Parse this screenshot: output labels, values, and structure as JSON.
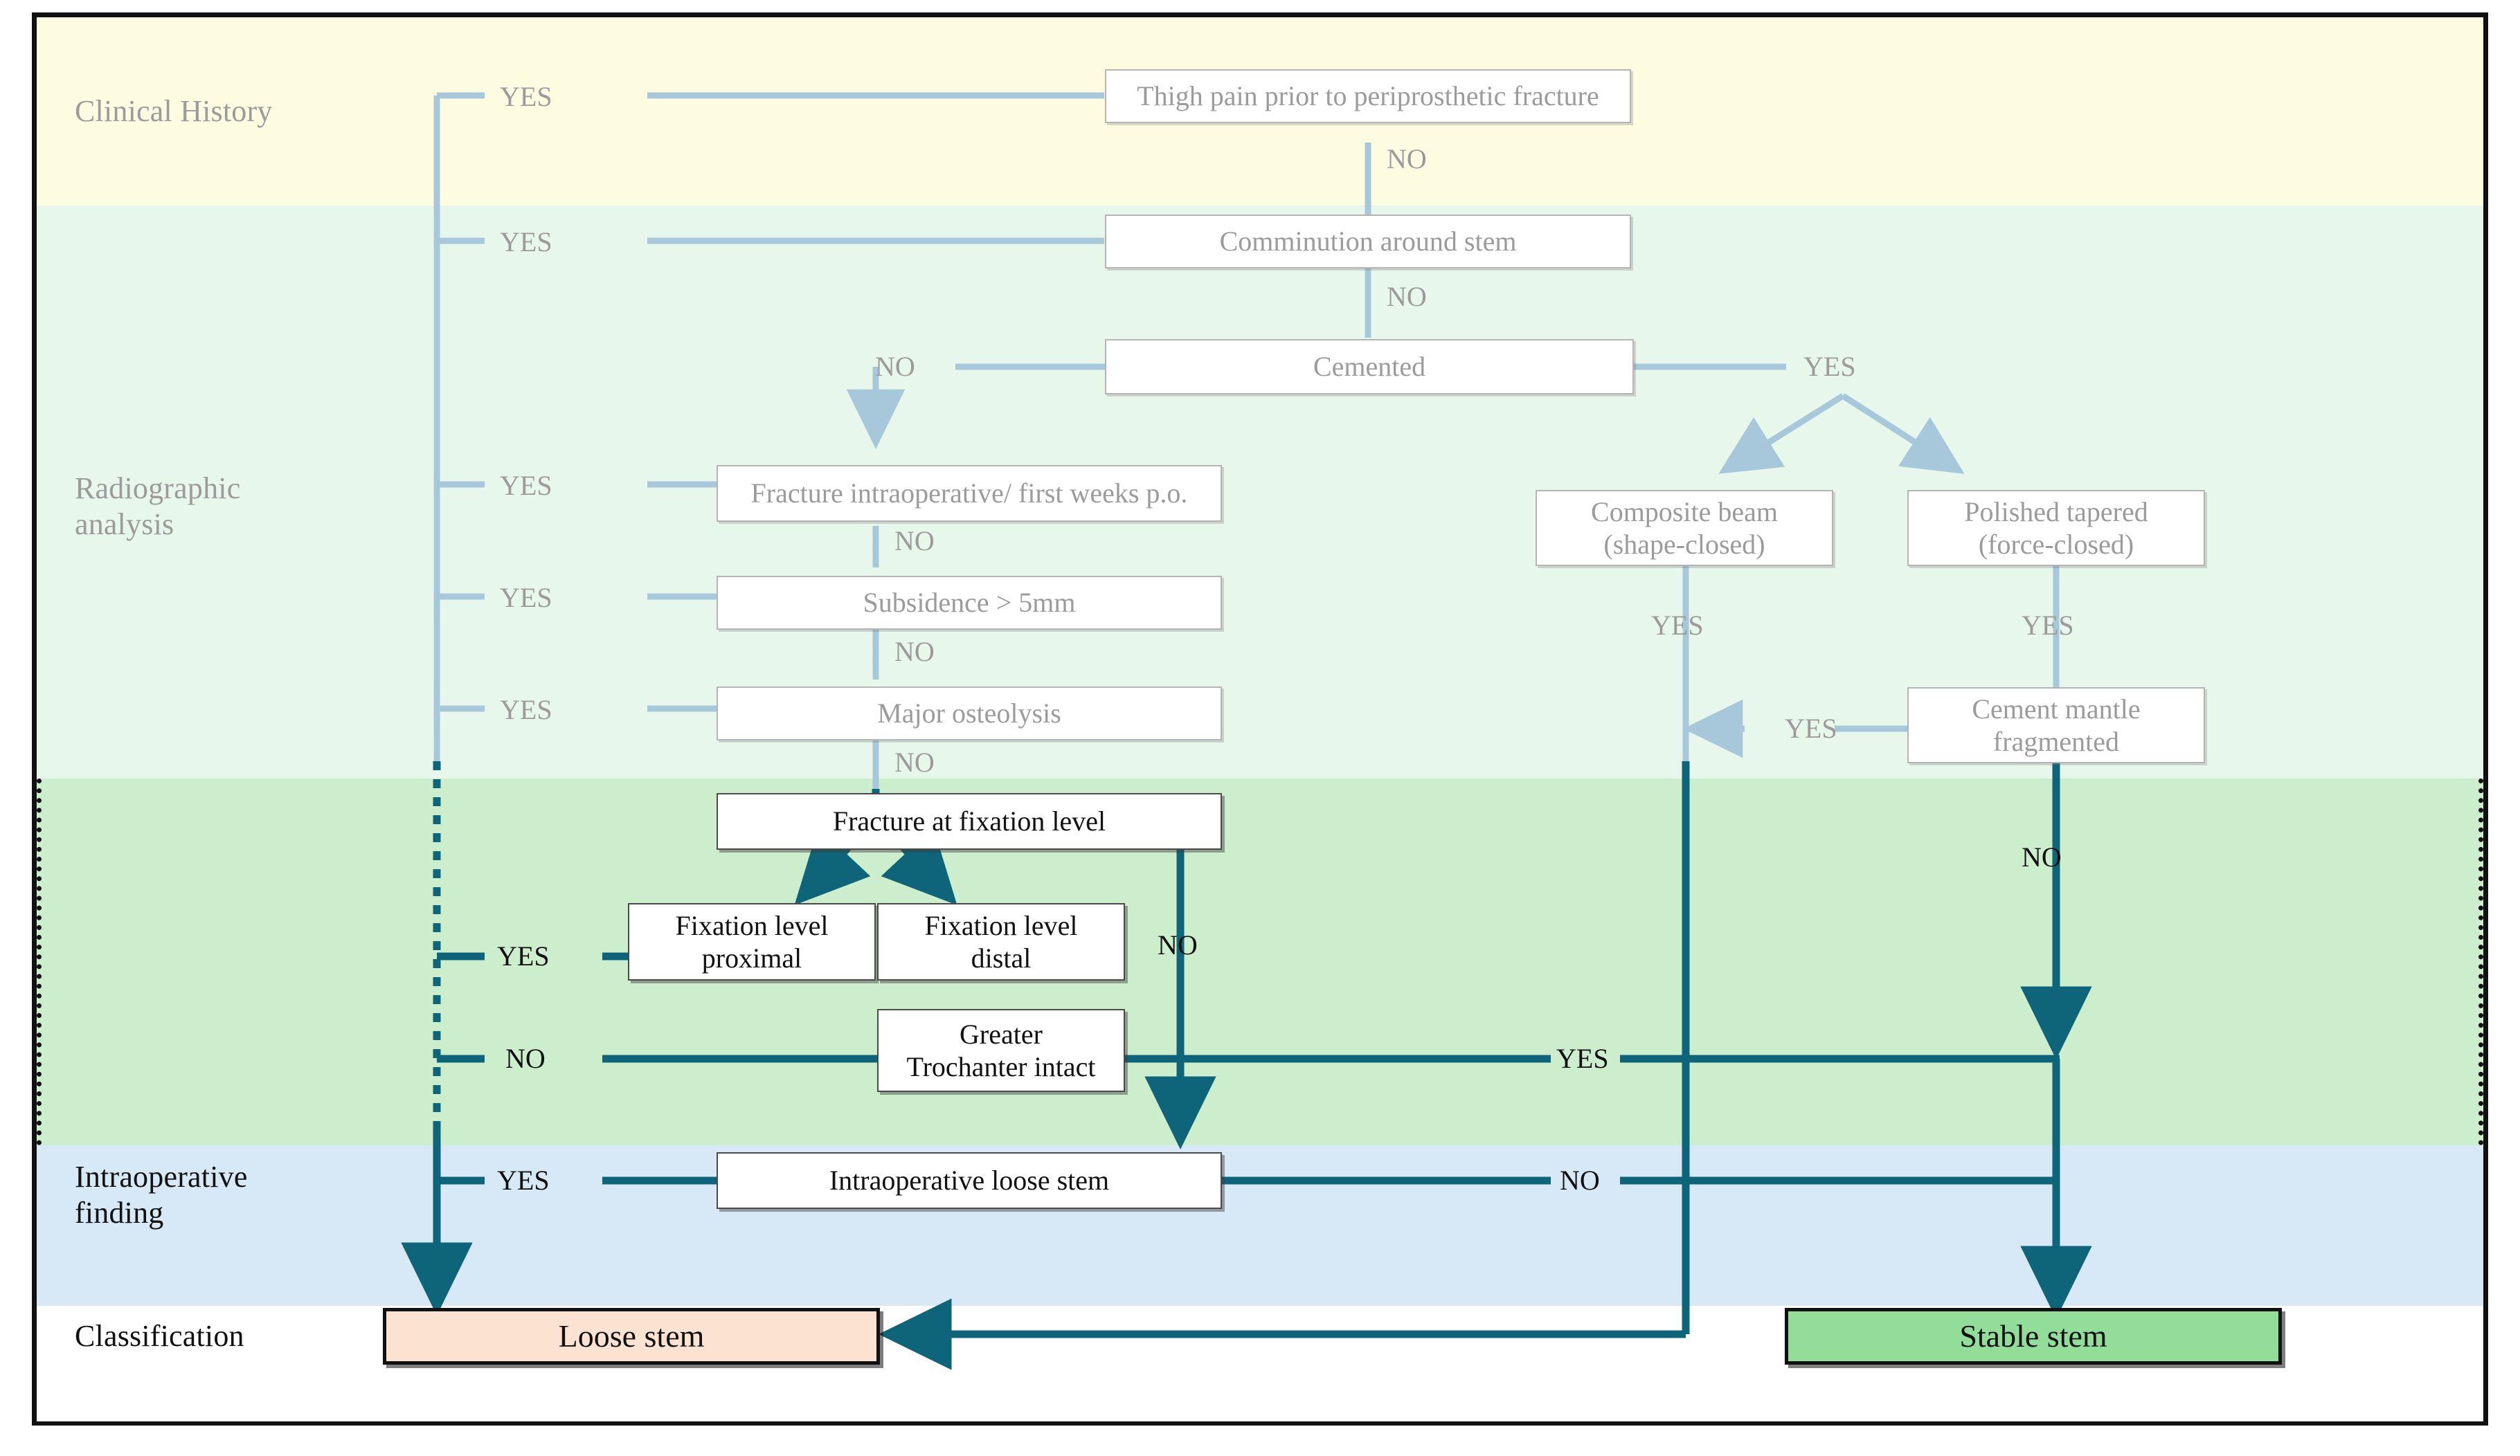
{
  "diagram": {
    "title": "Periprosthetic femoral fracture stem-stability decision algorithm",
    "colors": {
      "band_clinical": "#fdfbe0",
      "band_radiographic": "#e8f7ec",
      "band_intraop_pre": "#cdeecd",
      "band_intraop": "#d7e8f7",
      "band_classification": "#ffffff",
      "light_wire": "#a7c8db",
      "dark_wire": "#0e6479",
      "loose_fill": "#fce3d1",
      "stable_fill": "#92dd9a",
      "frame": "#111111",
      "light_text": "#9b9b9b",
      "dark_text": "#111111"
    },
    "bands": [
      {
        "id": "clinical",
        "label": "Clinical History"
      },
      {
        "id": "radiographic",
        "label": "Radiographic\nanalysis"
      },
      {
        "id": "intraop_pre",
        "label": ""
      },
      {
        "id": "intraoperative",
        "label": "Intraoperative\nfinding"
      },
      {
        "id": "classification",
        "label": "Classification"
      }
    ],
    "nodes": [
      {
        "id": "thigh_pain",
        "label": "Thigh pain prior to periprosthetic fracture"
      },
      {
        "id": "comminution",
        "label": "Comminution around stem"
      },
      {
        "id": "cemented",
        "label": "Cemented"
      },
      {
        "id": "fracture_intra",
        "label": "Fracture intraoperative/ first weeks p.o."
      },
      {
        "id": "subsidence",
        "label": "Subsidence > 5mm"
      },
      {
        "id": "osteolysis",
        "label": "Major osteolysis"
      },
      {
        "id": "composite_beam",
        "label": "Composite beam\n(shape-closed)"
      },
      {
        "id": "polished",
        "label": "Polished tapered\n(force-closed)"
      },
      {
        "id": "cement_mantle",
        "label": "Cement mantle\nfragmented"
      },
      {
        "id": "fracture_fix",
        "label": "Fracture at fixation level"
      },
      {
        "id": "fix_proximal",
        "label": "Fixation level\nproximal"
      },
      {
        "id": "fix_distal",
        "label": "Fixation level\ndistal"
      },
      {
        "id": "gt_intact",
        "label": "Greater\nTrochanter intact"
      },
      {
        "id": "intraop_loose",
        "label": "Intraoperative loose stem"
      },
      {
        "id": "loose_stem",
        "label": "Loose stem"
      },
      {
        "id": "stable_stem",
        "label": "Stable stem"
      }
    ],
    "edge_labels": {
      "yes": "YES",
      "no": "NO",
      "thigh_pain_yes": "YES",
      "thigh_pain_no": "NO",
      "comminution_yes": "YES",
      "comminution_no": "NO",
      "cemented_no": "NO",
      "cemented_yes": "YES",
      "fracture_intra_yes": "YES",
      "fracture_intra_no": "NO",
      "subsidence_yes": "YES",
      "subsidence_no": "NO",
      "osteolysis_yes": "YES",
      "osteolysis_no": "NO",
      "composite_beam_yes": "YES",
      "polished_yes": "YES",
      "cement_mantle_yes": "YES",
      "cement_mantle_no": "NO",
      "fracture_fix_yes": "YES",
      "fracture_fix_no": "NO",
      "gt_no": "NO",
      "gt_yes": "YES",
      "intraop_loose_yes": "YES",
      "intraop_loose_no": "NO"
    }
  }
}
